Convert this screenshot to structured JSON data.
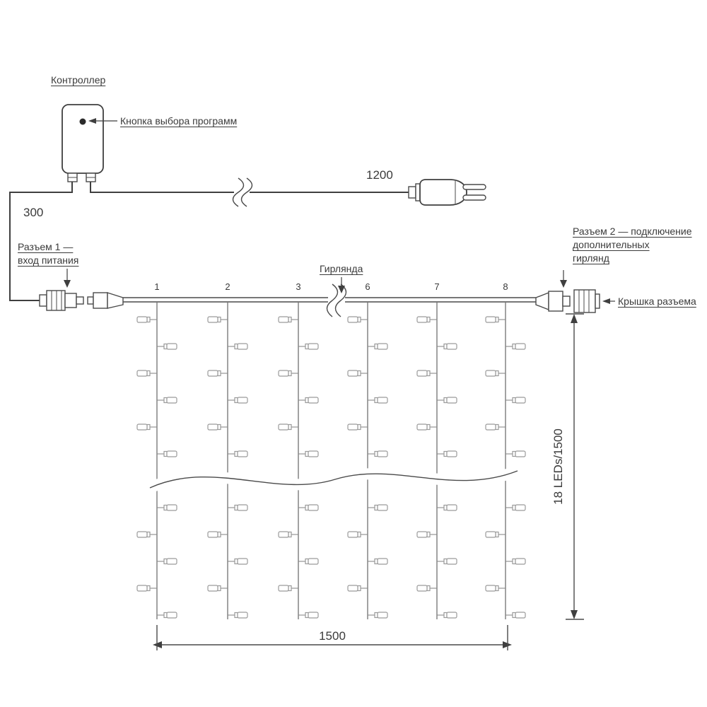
{
  "labels": {
    "controller": "Контроллер",
    "program_button": "Кнопка выбора программ",
    "len_300": "300",
    "len_1200": "1200",
    "connector1": [
      "Разъем 1 —",
      "вход питания"
    ],
    "garland": "Гирлянда",
    "connector2": [
      "Разъем 2 — подключение",
      "дополнительных",
      "гирлянд"
    ],
    "cap": "Крышка разъема",
    "dim_vertical": "18 LEDs/1500",
    "dim_horizontal": "1500"
  },
  "drop_numbers": [
    "1",
    "2",
    "3",
    "6",
    "7",
    "8"
  ]
}
